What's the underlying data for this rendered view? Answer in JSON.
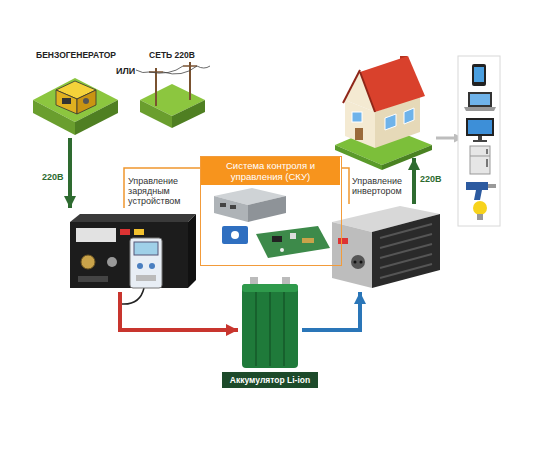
{
  "diagram": {
    "nodes": [
      {
        "text": [
          "БЕНЗОГЕНЕРАТОР"
        ]
      },
      {
        "text": [
          "СЕТЬ 220В"
        ]
      },
      {
        "text": [
          "Управление зарядным устройством"
        ]
      },
      {
        "text": [
          "Система контроля и управления (СКУ)"
        ]
      },
      {
        "text": [
          "Аккумулятор Li-ion"
        ]
      },
      {
        "text": [
          "Управление инвертором"
        ]
      }
    ],
    "edges": [
      {
        "from": 0,
        "to": 2,
        "label": "220В",
        "arrow": "to"
      },
      {
        "from": 2,
        "to": 4,
        "arrow": "to"
      },
      {
        "from": 4,
        "to": 5,
        "arrow": "to"
      },
      {
        "from": 3,
        "to": 2,
        "arrow": "none"
      },
      {
        "from": 3,
        "to": 5,
        "arrow": "none"
      }
    ],
    "labels": [
      "ИЛИ",
      "220В"
    ]
  }
}
